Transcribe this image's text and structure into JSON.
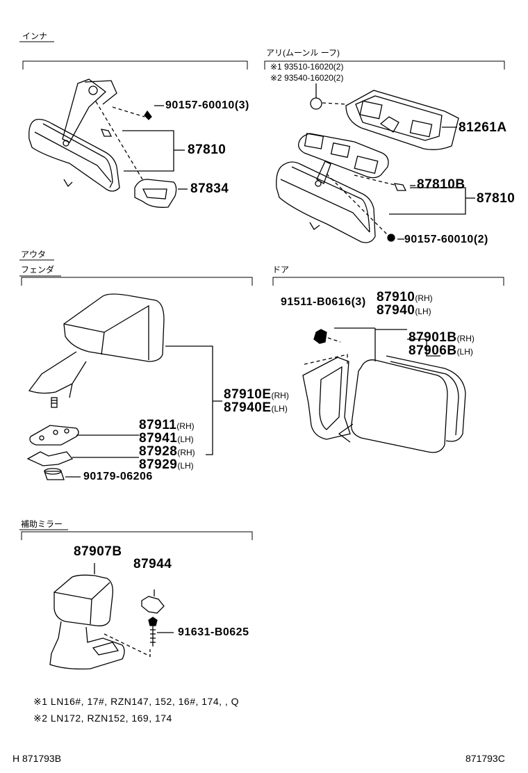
{
  "sections": {
    "inner": "インナ",
    "roof": "アリ(ムーンル ーフ)",
    "outer": "アウタ",
    "fender": "フェンダ",
    "door": "ドア",
    "aux": "補助ミラー"
  },
  "roof_notes": {
    "n1": "※1 93510-16020(2)",
    "n2": "※2 93540-16020(2)"
  },
  "parts": {
    "inner_screw": "90157-60010(3)",
    "inner_mirror": "87810",
    "inner_cover": "87834",
    "roof_console": "81261A",
    "roof_bulb": "87810B",
    "roof_mirror": "87810",
    "roof_screw": "90157-60010(2)",
    "fender_mirror_rh": "87910E",
    "fender_mirror_lh": "87940E",
    "fender_mirror_rh_side": "(RH)",
    "fender_mirror_lh_side": "(LH)",
    "fender_base_rh": "87911",
    "fender_base_lh": "87941",
    "fender_base_rh_side": "(RH)",
    "fender_base_lh_side": "(LH)",
    "fender_bracket_rh": "87928",
    "fender_bracket_lh": "87929",
    "fender_bracket_rh_side": "(RH)",
    "fender_bracket_lh_side": "(LH)",
    "fender_nut": "90179-06206",
    "door_bolt": "91511-B0616(3)",
    "door_mirror_rh": "87910",
    "door_mirror_lh": "87940",
    "door_mirror_rh_side": "(RH)",
    "door_mirror_lh_side": "(LH)",
    "door_glass_rh": "87901B",
    "door_glass_lh": "87906B",
    "door_glass_rh_side": "(RH)",
    "door_glass_lh_side": "(LH)",
    "aux_mirror": "87907B",
    "aux_clip": "87944",
    "aux_bolt": "91631-B0625"
  },
  "footnotes": {
    "f1": "※1  LN16#, 17#, RZN147, 152, 16#, 174, , Q",
    "f2": "※2  LN172, RZN152, 169, 174"
  },
  "codes": {
    "left": "H 871793B",
    "right": "871793C"
  }
}
